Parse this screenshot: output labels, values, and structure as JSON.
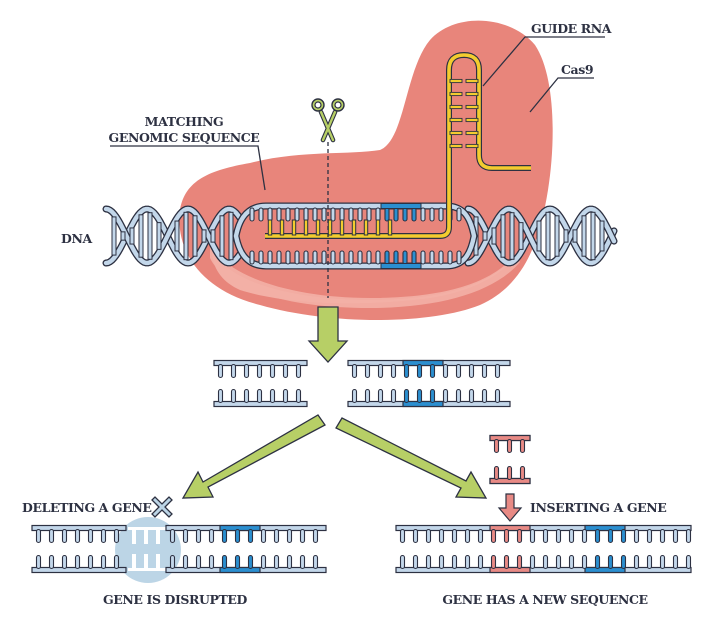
{
  "title": "CRISPR-Cas9 gene editing",
  "labels": {
    "guide_rna": "GUIDE RNA",
    "cas9": "Cas9",
    "matching_line1": "MATCHING",
    "matching_line2": "GENOMIC SEQUENCE",
    "dna": "DNA",
    "deleting": "DELETING A GENE",
    "inserting": "INSERTING A GENE",
    "gene_disrupted": "GENE IS DISRUPTED",
    "gene_new_sequence": "GENE HAS A NEW SEQUENCE"
  },
  "colors": {
    "cas9_fill": "#e8857b",
    "cas9_light": "#f3b0a6",
    "dna_strand": "#c3d7ea",
    "outline": "#2d3142",
    "target_segment": "#2b8fd0",
    "guide_rna": "#f3cc2f",
    "arrow_green": "#b7cf66",
    "inserted_gene": "#e88a85",
    "deleted_zone": "#bcd5e6",
    "scissors": "#b7cf66"
  }
}
